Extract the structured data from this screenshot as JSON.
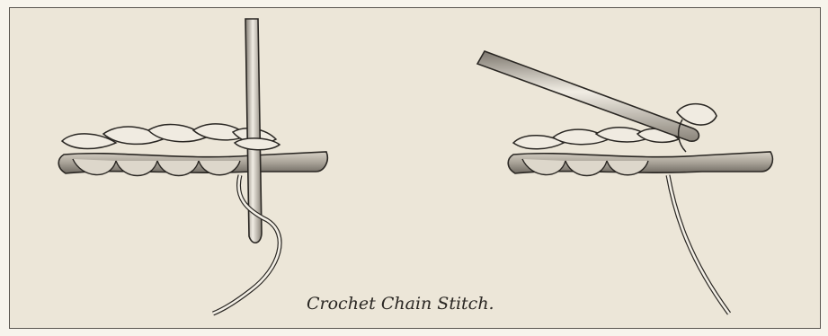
{
  "figure": {
    "caption": "Crochet Chain Stitch.",
    "illustrations": [
      {
        "id": "left",
        "subject": "hook inserted vertically through chain, yarn wrapped below"
      },
      {
        "id": "right",
        "subject": "hook angled, pulling yarn loop through chain"
      }
    ],
    "colors": {
      "background": "#ece6d8",
      "border": "#5a5650",
      "ink": "#2a2723",
      "shade": "#9a948a"
    }
  }
}
